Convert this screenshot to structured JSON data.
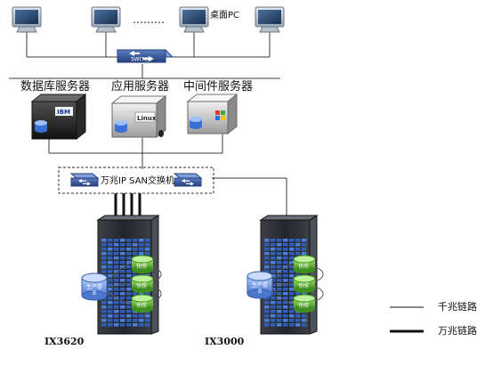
{
  "labels": {
    "desktop_pc": "桌面PC",
    "db_server": "数据库服务器",
    "app_server": "应用服务器",
    "middleware_server": "中间件服务器",
    "san_switch": "万兆IP SAN交换机",
    "storage_left": "IX3620",
    "storage_right": "IX3000",
    "legend_gigabit": "千兆链路",
    "legend_10g": "万兆链路",
    "switch_badge": "SWITCH",
    "ibm_badge": "IBM",
    "linux_badge": "Linux",
    "volume_prod": "生产卷",
    "volume_prod_suffix": "B",
    "snapshot": "快照",
    "dots": "………"
  },
  "colors": {
    "line": "#3a3a3a",
    "switch_blue": "#3e5f9f",
    "rack_dark": "#2a2d33",
    "grid_blue": "#2f5fb8",
    "disk_green": "#6cbf3a",
    "volume_blue": "#7aa3e6"
  }
}
